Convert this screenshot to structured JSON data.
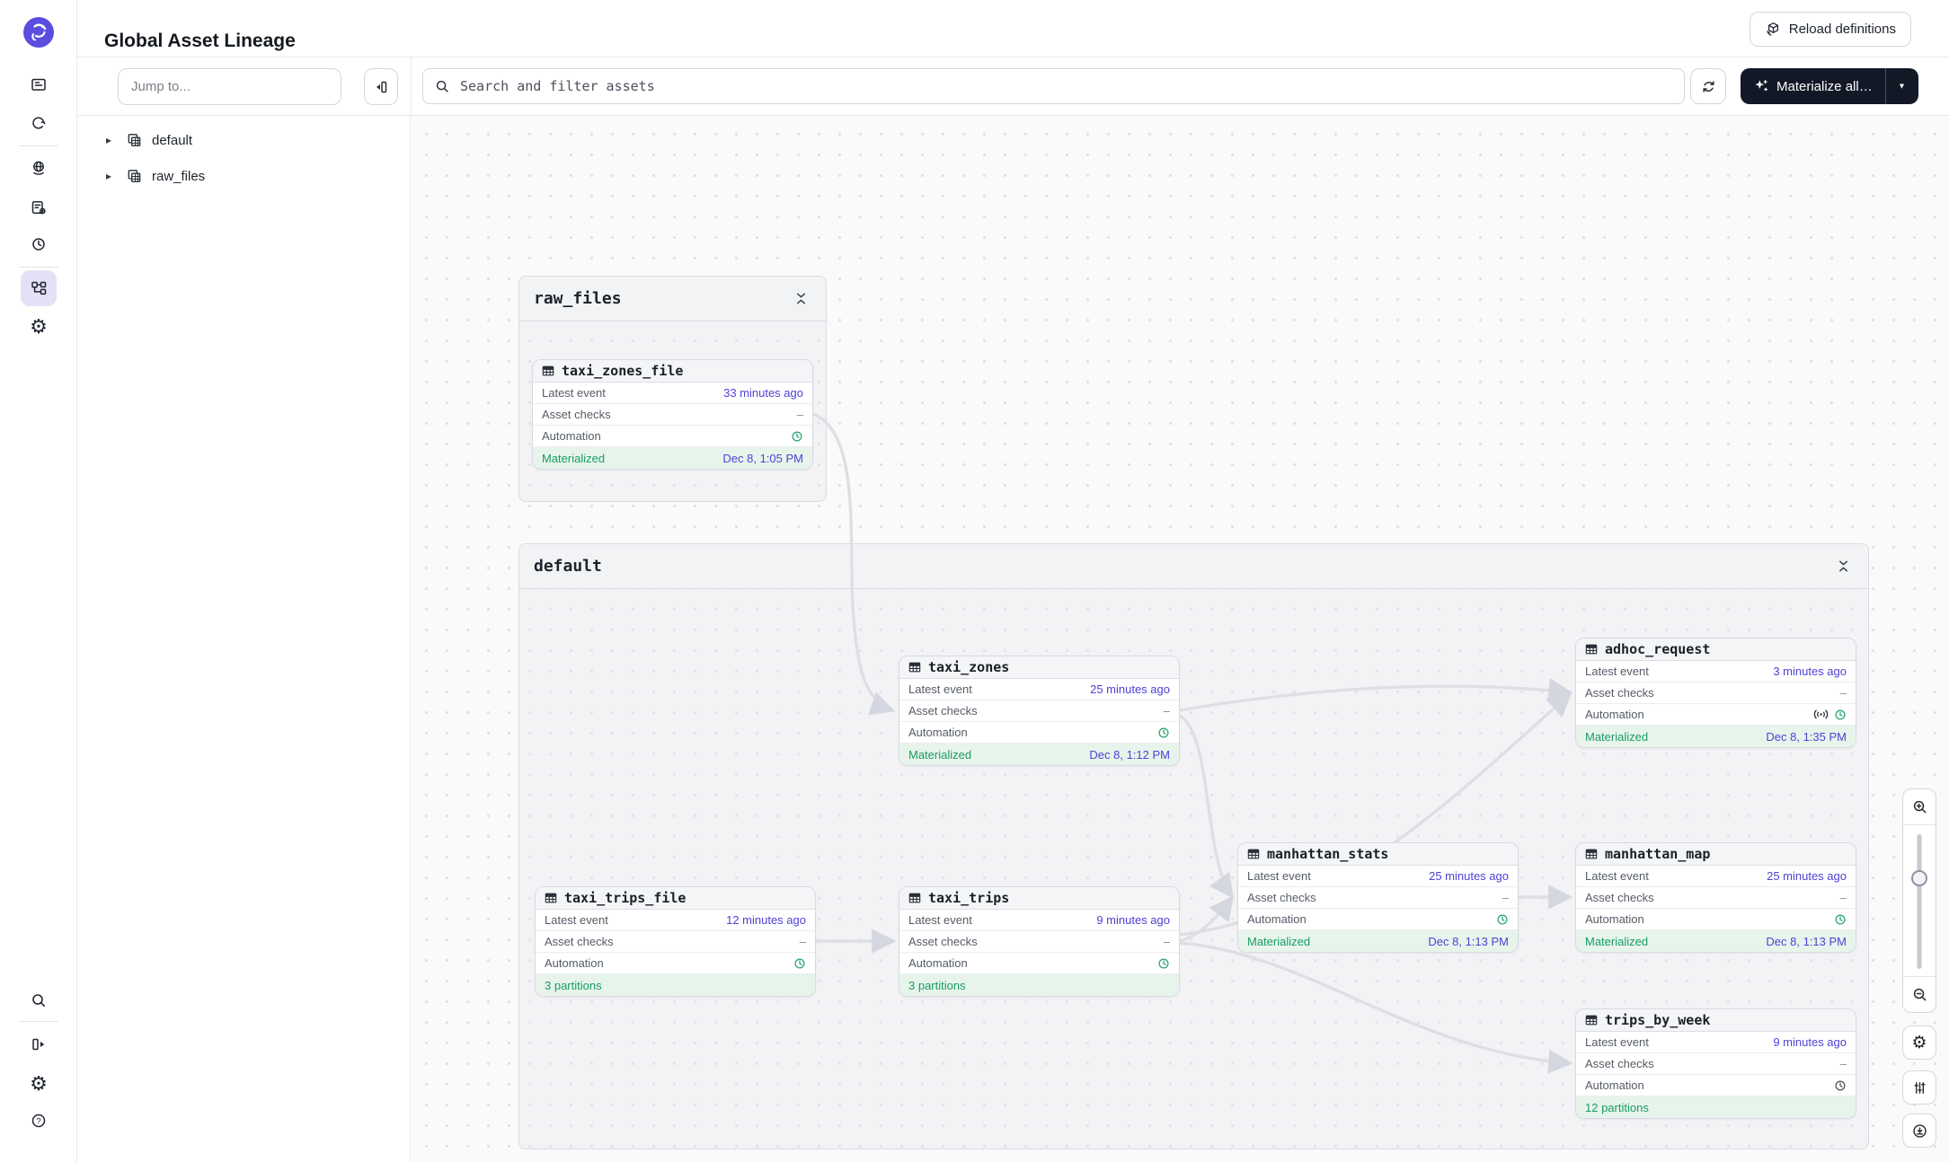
{
  "header": {
    "title": "Global Asset Lineage",
    "reload_button": "Reload definitions"
  },
  "sidebar": {
    "jump_placeholder": "Jump to...",
    "groups": [
      {
        "label": "default"
      },
      {
        "label": "raw_files"
      }
    ]
  },
  "toolbar": {
    "search_placeholder": "Search and filter assets",
    "materialize_button": "Materialize all…",
    "materialize_caret": "▼"
  },
  "graph": {
    "row_labels": {
      "latest_event": "Latest event",
      "asset_checks": "Asset checks",
      "automation": "Automation"
    },
    "groups": [
      {
        "key": "raw_files",
        "title": "raw_files"
      },
      {
        "key": "default",
        "title": "default"
      }
    ],
    "assets": [
      {
        "key": "taxi_zones_file",
        "name": "taxi_zones_file",
        "group": "raw_files",
        "latest_event": "33 minutes ago",
        "asset_checks": "–",
        "automation": [
          "clock"
        ],
        "status": {
          "type": "materialized",
          "label": "Materialized",
          "value": "Dec 8, 1:05 PM"
        }
      },
      {
        "key": "taxi_zones",
        "name": "taxi_zones",
        "group": "default",
        "latest_event": "25 minutes ago",
        "asset_checks": "–",
        "automation": [
          "clock"
        ],
        "status": {
          "type": "materialized",
          "label": "Materialized",
          "value": "Dec 8, 1:12 PM"
        }
      },
      {
        "key": "adhoc_request",
        "name": "adhoc_request",
        "group": "default",
        "latest_event": "3 minutes ago",
        "asset_checks": "–",
        "automation": [
          "sensor",
          "clock"
        ],
        "status": {
          "type": "materialized",
          "label": "Materialized",
          "value": "Dec 8, 1:35 PM"
        }
      },
      {
        "key": "manhattan_stats",
        "name": "manhattan_stats",
        "group": "default",
        "latest_event": "25 minutes ago",
        "asset_checks": "–",
        "automation": [
          "clock"
        ],
        "status": {
          "type": "materialized",
          "label": "Materialized",
          "value": "Dec 8, 1:13 PM"
        }
      },
      {
        "key": "manhattan_map",
        "name": "manhattan_map",
        "group": "default",
        "latest_event": "25 minutes ago",
        "asset_checks": "–",
        "automation": [
          "clock"
        ],
        "status": {
          "type": "materialized",
          "label": "Materialized",
          "value": "Dec 8, 1:13 PM"
        }
      },
      {
        "key": "taxi_trips_file",
        "name": "taxi_trips_file",
        "group": "default",
        "latest_event": "12 minutes ago",
        "asset_checks": "–",
        "automation": [
          "clock"
        ],
        "status": {
          "type": "partitions",
          "label": "3 partitions"
        }
      },
      {
        "key": "taxi_trips",
        "name": "taxi_trips",
        "group": "default",
        "latest_event": "9 minutes ago",
        "asset_checks": "–",
        "automation": [
          "clock"
        ],
        "status": {
          "type": "partitions",
          "label": "3 partitions"
        }
      },
      {
        "key": "trips_by_week",
        "name": "trips_by_week",
        "group": "default",
        "latest_event": "9 minutes ago",
        "asset_checks": "–",
        "automation": [
          "clock-muted"
        ],
        "status": {
          "type": "partitions",
          "label": "12 partitions"
        }
      }
    ],
    "edges": [
      [
        "taxi_zones_file",
        "taxi_zones"
      ],
      [
        "taxi_zones",
        "adhoc_request"
      ],
      [
        "taxi_zones",
        "manhattan_stats"
      ],
      [
        "taxi_trips_file",
        "taxi_trips"
      ],
      [
        "taxi_trips",
        "manhattan_stats"
      ],
      [
        "taxi_trips",
        "adhoc_request"
      ],
      [
        "taxi_trips",
        "trips_by_week"
      ],
      [
        "manhattan_stats",
        "manhattan_map"
      ]
    ]
  },
  "colors": {
    "accent_purple": "#4E42D4",
    "success_green": "#1A9C62",
    "success_row_bg": "#E7F4EC",
    "dark_button": "#131826",
    "edge_gray": "#DDDFE5",
    "clock_green": "#27A36E",
    "clock_muted": "#4A5058"
  }
}
